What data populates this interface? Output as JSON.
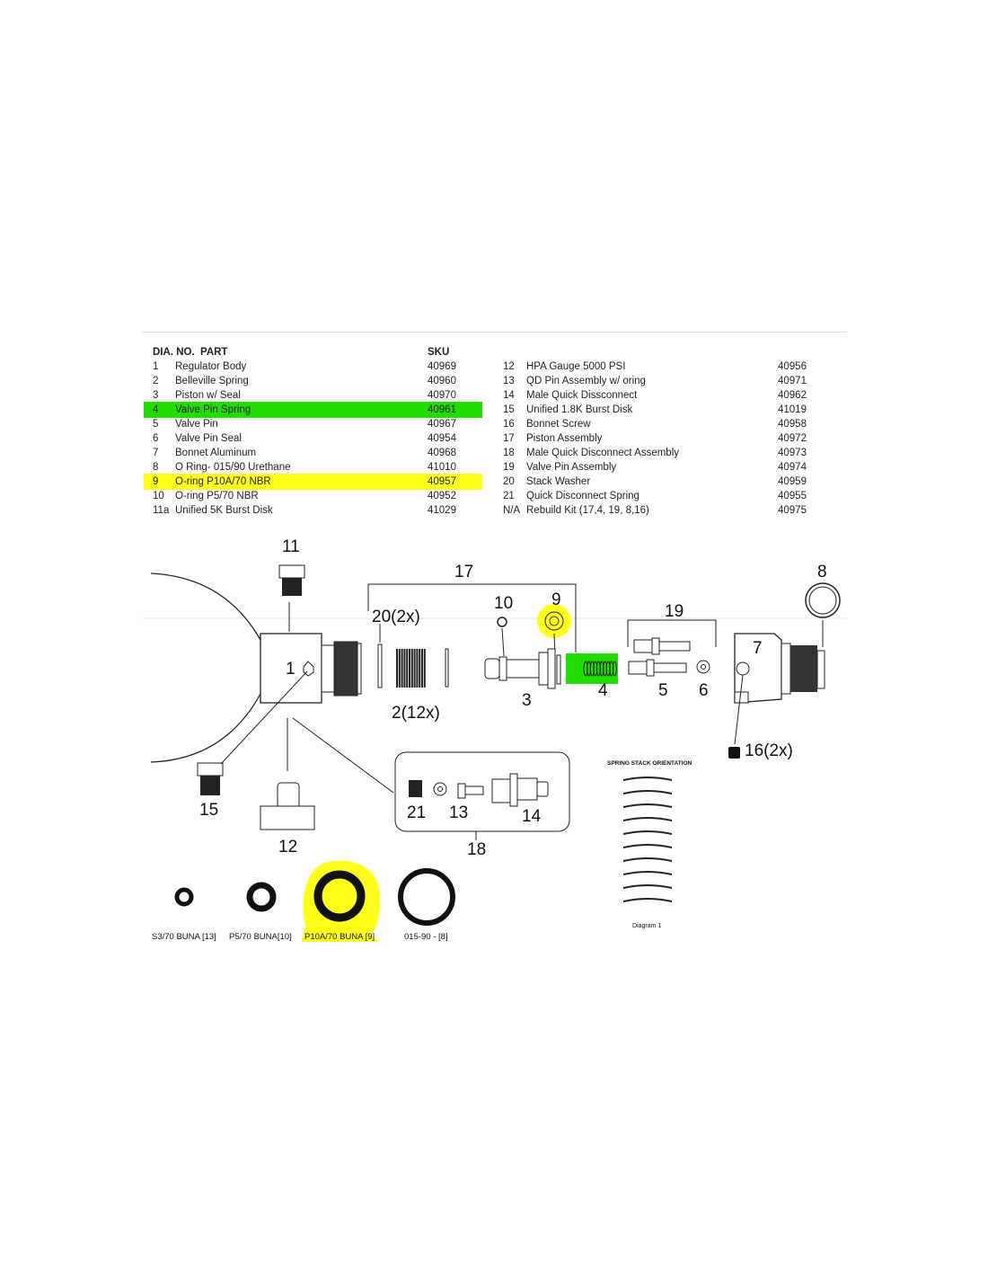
{
  "table": {
    "headers": {
      "dia_no": "DIA. NO.",
      "part": "PART",
      "sku": "SKU"
    },
    "left_rows": [
      {
        "no": "1",
        "part": "Regulator Body",
        "sku": "40969"
      },
      {
        "no": "2",
        "part": "Belleville Spring",
        "sku": "40960"
      },
      {
        "no": "3",
        "part": "Piston w/ Seal",
        "sku": "40970"
      },
      {
        "no": "4",
        "part": "Valve Pin Spring",
        "sku": "40961",
        "highlight": "#22dd00"
      },
      {
        "no": "5",
        "part": "Valve Pin",
        "sku": "40967"
      },
      {
        "no": "6",
        "part": "Valve Pin Seal",
        "sku": "40954"
      },
      {
        "no": "7",
        "part": "Bonnet Aluminum",
        "sku": "40968"
      },
      {
        "no": "8",
        "part": "O Ring- 015/90 Urethane",
        "sku": "41010"
      },
      {
        "no": "9",
        "part": "O-ring P10A/70 NBR",
        "sku": "40957",
        "highlight": "#ffff1a"
      },
      {
        "no": "10",
        "part": "O-ring P5/70 NBR",
        "sku": "40952"
      },
      {
        "no": "11a",
        "part": "Unified 5K Burst Disk",
        "sku": "41029"
      }
    ],
    "right_rows": [
      {
        "no": "12",
        "part": "HPA Gauge 5000 PSI",
        "sku": "40956"
      },
      {
        "no": "13",
        "part": "QD Pin Assembly w/ oring",
        "sku": "40971"
      },
      {
        "no": "14",
        "part": "Male Quick Dissconnect",
        "sku": "40962"
      },
      {
        "no": "15",
        "part": "Unified 1.8K Burst Disk",
        "sku": "41019"
      },
      {
        "no": "16",
        "part": "Bonnet Screw",
        "sku": "40958"
      },
      {
        "no": "17",
        "part": "Piston Assembly",
        "sku": "40972"
      },
      {
        "no": "18",
        "part": "Male Quick Disconnect Assembly",
        "sku": "40973"
      },
      {
        "no": "19",
        "part": "Valve Pin Assembly",
        "sku": "40974"
      },
      {
        "no": "20",
        "part": "Stack Washer",
        "sku": "40959"
      },
      {
        "no": "21",
        "part": "Quick Disconnect Spring",
        "sku": "40955"
      },
      {
        "no": "N/A",
        "part": "Rebuild Kit (17,4, 19, 8,16)",
        "sku": "40975"
      }
    ]
  },
  "callouts": {
    "c1": "1",
    "c2": "2(12x)",
    "c3": "3",
    "c4": "4",
    "c5": "5",
    "c6": "6",
    "c7": "7",
    "c8": "8",
    "c9": "9",
    "c10": "10",
    "c11": "11",
    "c12": "12",
    "c13": "13",
    "c14": "14",
    "c15": "15",
    "c16": "16(2x)",
    "c17": "17",
    "c18": "18",
    "c19": "19",
    "c20": "20(2x)",
    "c21": "21"
  },
  "spring_stack": {
    "title": "SPRING STACK ORIENTATION",
    "caption": "Diagram 1"
  },
  "orings": [
    {
      "label": "S3/70 BUNA [13]"
    },
    {
      "label": "P5/70 BUNA[10]"
    },
    {
      "label": "P10A/70 BUNA [9]",
      "highlight": "#ffff1a"
    },
    {
      "label": "015-90 - [8]"
    }
  ],
  "colors": {
    "green_highlight": "#22dd00",
    "yellow_highlight": "#ffff1a"
  }
}
